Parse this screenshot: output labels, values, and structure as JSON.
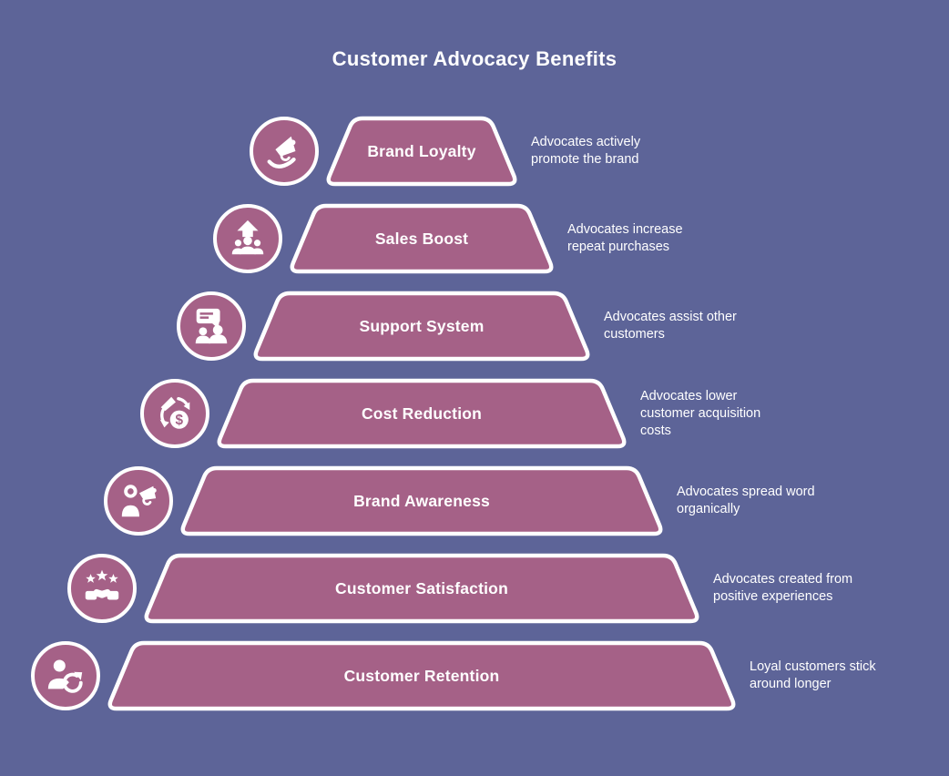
{
  "title": "Customer Advocacy Benefits",
  "colors": {
    "background": "#5d6498",
    "shape": "#a56187",
    "text": "#ffffff"
  },
  "levels": [
    {
      "title": "Brand Loyalty",
      "description": "Advocates actively\npromote the brand",
      "icon": "megaphone-hand-icon"
    },
    {
      "title": "Sales Boost",
      "description": "Advocates increase\nrepeat purchases",
      "icon": "people-growth-arrow-icon"
    },
    {
      "title": "Support System",
      "description": "Advocates assist other\ncustomers",
      "icon": "chat-people-icon"
    },
    {
      "title": "Cost Reduction",
      "description": "Advocates lower\ncustomer acquisition\ncosts",
      "icon": "money-cycle-icon"
    },
    {
      "title": "Brand Awareness",
      "description": "Advocates spread word\norganically",
      "icon": "person-megaphone-icon"
    },
    {
      "title": "Customer Satisfaction",
      "description": "Advocates created from\npositive experiences",
      "icon": "stars-handshake-icon"
    },
    {
      "title": "Customer Retention",
      "description": "Loyal customers stick\naround longer",
      "icon": "person-refresh-icon"
    }
  ]
}
